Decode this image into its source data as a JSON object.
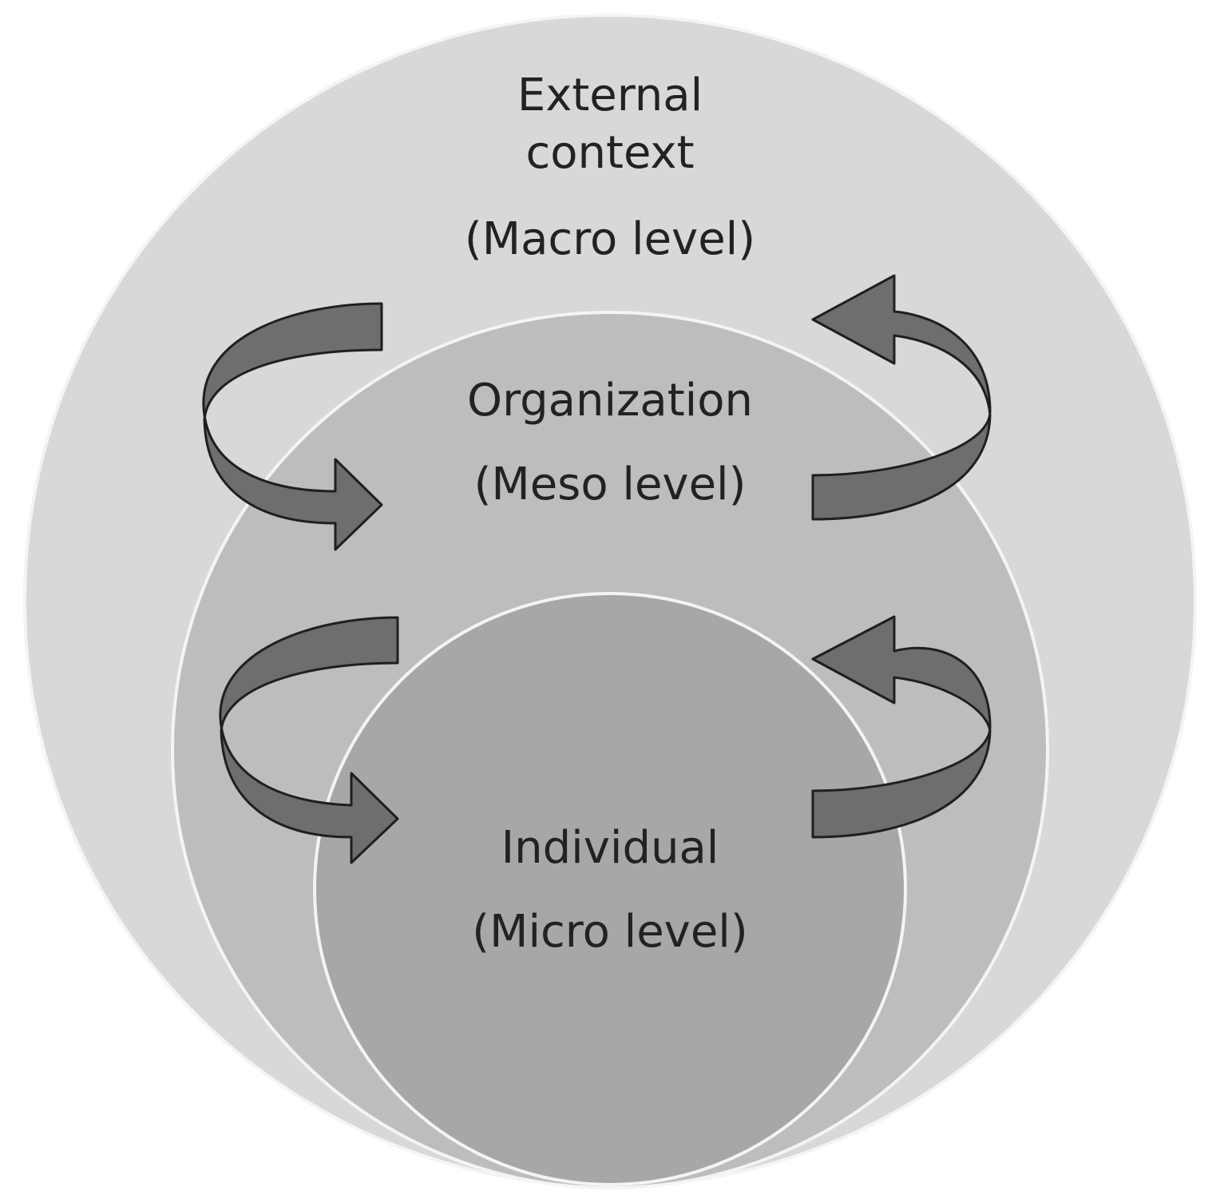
{
  "levels": {
    "macro": {
      "line1": "External",
      "line2": "context",
      "line3": "(Macro level)"
    },
    "meso": {
      "line1": "Organization",
      "line2": "(Meso level)"
    },
    "micro": {
      "line1": "Individual",
      "line2": "(Micro level)"
    }
  },
  "colors": {
    "background": "#ffffff",
    "outer_circle": "#d8d8d8",
    "middle_circle": "#bdbdbd",
    "inner_circle": "#a7a7a7",
    "circle_border": "#f4f4f4",
    "arrow_fill": "#6e6e6e",
    "arrow_outline": "#1f1f1f",
    "text": "#222222"
  }
}
